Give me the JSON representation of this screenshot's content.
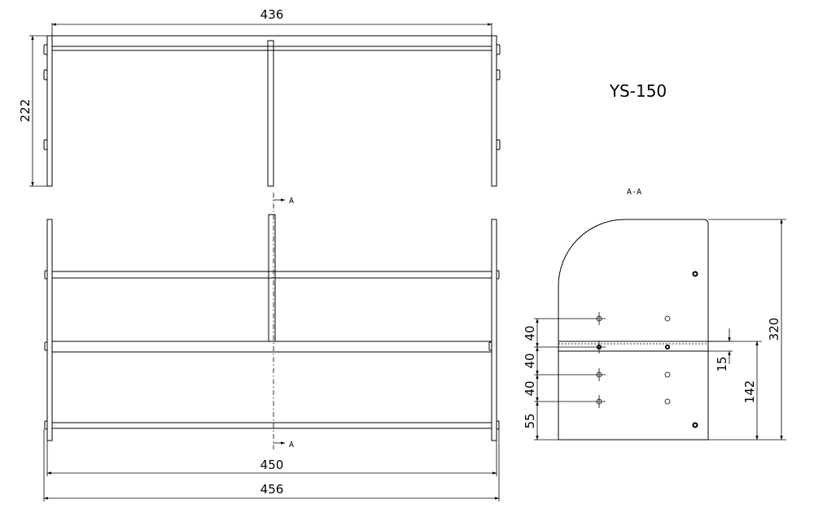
{
  "model": "YS-150",
  "section_label": "A-A",
  "section_marker": "A",
  "top_view": {
    "width_dim": "436",
    "height_dim": "222"
  },
  "front_view": {
    "inner_width_dim": "450",
    "outer_width_dim": "456"
  },
  "section_view": {
    "total_height_dim": "320",
    "shelf_height_dim": "142",
    "shelf_thickness_dim": "15",
    "hole_spacing_dims": [
      "40",
      "40",
      "40",
      "55"
    ]
  }
}
